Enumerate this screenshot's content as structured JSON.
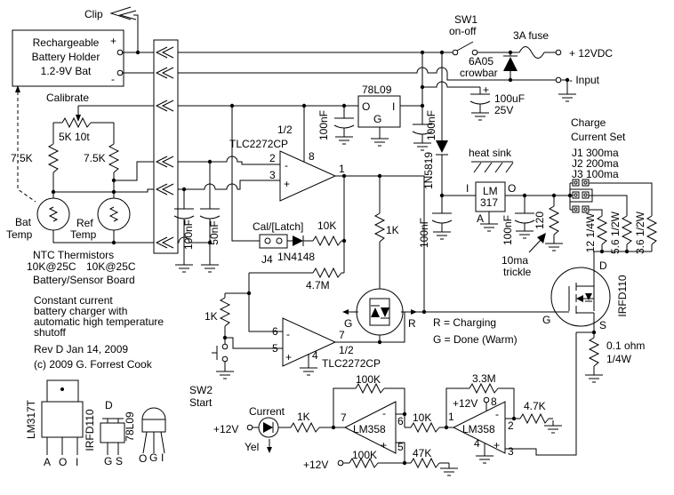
{
  "battery": {
    "clip": "Clip",
    "holder_line1": "Rechargeable",
    "holder_line2": "Battery Holder",
    "holder_line3": "1.2-9V Bat",
    "plus": "+",
    "minus": "-",
    "calibrate": "Calibrate"
  },
  "sensor": {
    "pot": "5K 10t",
    "r_left": "7.5K",
    "r_right": "7.5K",
    "bat1": "Bat",
    "bat2": "Temp",
    "ref1": "Ref",
    "ref2": "Temp",
    "cap1": "100nF",
    "cap2": "50nF",
    "ntc1": "NTC Thermistors",
    "ntc2a": "10K@25C",
    "ntc2b": "10K@25C",
    "board": "Battery/Sensor Board"
  },
  "title_block": {
    "desc1": "Constant current",
    "desc2": "battery charger with",
    "desc3": "automatic high temperature",
    "desc4": "shutoff",
    "rev": "Rev D  Jan 14, 2009",
    "copyright": "(c) 2009  G. Forrest Cook"
  },
  "opamp1": {
    "half": "1/2",
    "part": "TLC2272CP",
    "pin2": "2",
    "pin3": "3",
    "pin8": "8",
    "pin1": "1",
    "minus": "-",
    "plus": "+"
  },
  "latch": {
    "label": "Cal/[Latch]",
    "jumper": "J4",
    "diode": "1N4148",
    "r1": "10K",
    "r2": "4.7M"
  },
  "led_status": {
    "r_series": "1K",
    "g": "G",
    "r": "R",
    "legend_r": "R = Charging",
    "legend_g": "G = Done (Warm)"
  },
  "opamp2": {
    "half": "1/2",
    "part": "TLC2272CP",
    "pin6": "6",
    "pin5": "5",
    "pin7": "7",
    "pin4": "4",
    "minus": "-",
    "plus": "+"
  },
  "start": {
    "r": "1K",
    "sw": "SW2",
    "label": "Start"
  },
  "power": {
    "sw1": "SW1",
    "sw1_mode": "on-off",
    "fuse": "3A fuse",
    "vin_plus": "+ 12VDC",
    "vin_minus": "- Input",
    "crowbar1": "6A05",
    "crowbar2": "crowbar",
    "bulk_cap1": "100uF",
    "bulk_cap2": "25V",
    "bulk_plus": "+",
    "schottky": "1N5819",
    "reg": "78L09",
    "reg_o": "O",
    "reg_g": "G",
    "reg_i": "I",
    "cap_9v": "100nF",
    "cap_12v": "100nF",
    "cap_in317": "100nF"
  },
  "lm317": {
    "heat": "heat sink",
    "name1": "LM",
    "name2": "317",
    "pin_i": "I",
    "pin_o": "O",
    "pin_a": "A",
    "cap_out": "100nF",
    "r_trickle": "120",
    "trickle1": "10ma",
    "trickle2": "trickle"
  },
  "charge_set": {
    "t1": "Charge",
    "t2": "Current Set",
    "j1": "J1 300ma",
    "j2": "J2 200ma",
    "j3": "J3 100ma",
    "r1": "12 1/4W",
    "r2": "5.6 1/2W",
    "r3": "3.6 1/2W"
  },
  "mosfet": {
    "part": "IRFD110",
    "d": "D",
    "g": "G",
    "s": "S",
    "sense1": "0.1 ohm",
    "sense2": "1/4W"
  },
  "current_led": {
    "label": "Current",
    "v": "+12V",
    "color": "Yel",
    "r": "1K"
  },
  "amp3": {
    "part": "LM358",
    "pin7": "7",
    "pin6": "6",
    "pin5": "5",
    "minus": "-",
    "plus": "+",
    "r_fb": "100K",
    "r_in": "100K",
    "r_gnd": "47K",
    "v": "+12V",
    "r_out": "10K"
  },
  "amp4": {
    "part": "LM358",
    "pin1": "1",
    "pin2": "2",
    "pin3": "3",
    "pin8": "8",
    "pin4": "4",
    "minus": "-",
    "plus": "+",
    "v": "+12V",
    "r_fb": "3.3M",
    "r_gnd": "4.7K"
  },
  "pinouts": {
    "lm317t": "LM317T",
    "lm317t_a": "A",
    "lm317t_o": "O",
    "lm317t_i": "I",
    "irfd110": "IRFD110",
    "irfd110_d": "D",
    "irfd110_g": "G",
    "irfd110_s": "S",
    "l78": "78L09",
    "l78_o": "O",
    "l78_g": "G",
    "l78_i": "I"
  }
}
